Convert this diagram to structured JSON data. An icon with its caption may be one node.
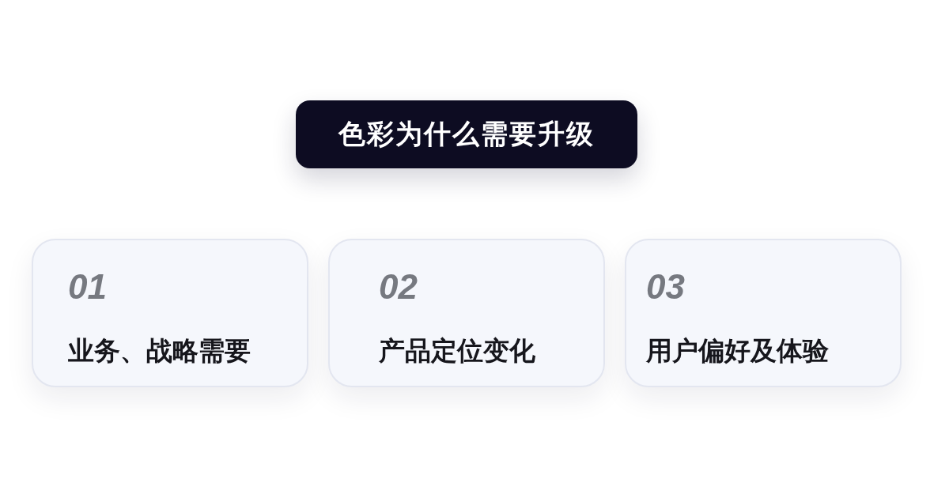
{
  "diagram": {
    "nodes": [
      {
        "text": [
          "色彩为什么需要升级"
        ]
      },
      {
        "text": [
          "01",
          "业务、战略需要"
        ]
      },
      {
        "text": [
          "02",
          "产品定位变化"
        ]
      },
      {
        "text": [
          "03",
          "用户偏好及体验"
        ]
      }
    ]
  }
}
